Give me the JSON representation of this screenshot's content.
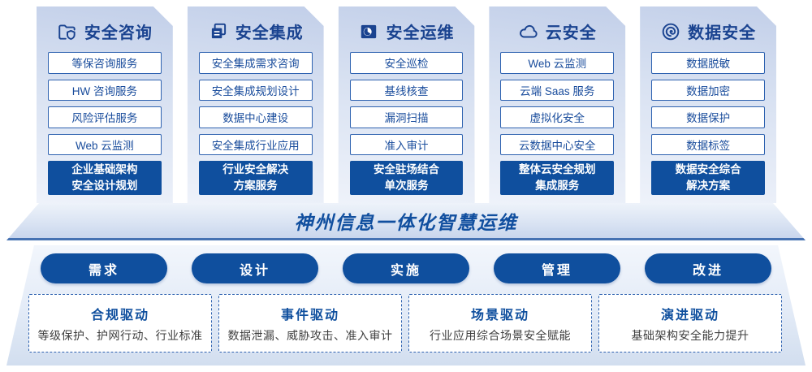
{
  "colors": {
    "primary_blue": "#0f4f9e",
    "title_navy": "#1a4390",
    "item_border_blue": "#2e62b0",
    "item_text_blue": "#194c9c",
    "banner_text_blue": "#114f9f",
    "banner_underline_blue": "#4672b2",
    "card_gradient_top": "#c2cfe9",
    "card_gradient_bottom": "#eef2fa",
    "desc_gray": "#3f3f3f"
  },
  "columns": [
    {
      "title": "安全咨询",
      "icon": "folder-shield-icon",
      "items": [
        "等保咨询服务",
        "HW 咨询服务",
        "风险评估服务",
        "Web 云监测"
      ],
      "footer": "企业基础架构\n安全设计规划"
    },
    {
      "title": "安全集成",
      "icon": "documents-icon",
      "items": [
        "安全集成需求咨询",
        "安全集成规划设计",
        "数据中心建设",
        "安全集成行业应用"
      ],
      "footer": "行业安全解决\n方案服务"
    },
    {
      "title": "安全运维",
      "icon": "folder-clock-icon",
      "items": [
        "安全巡检",
        "基线核查",
        "漏洞扫描",
        "准入审计"
      ],
      "footer": "安全驻场结合\n单次服务"
    },
    {
      "title": "云安全",
      "icon": "cloud-icon",
      "items": [
        "Web 云监测",
        "云端 Saas 服务",
        "虚拟化安全",
        "云数据中心安全"
      ],
      "footer": "整体云安全规划\n集成服务"
    },
    {
      "title": "数据安全",
      "icon": "fingerprint-icon",
      "items": [
        "数据脱敏",
        "数据加密",
        "数据保护",
        "数据标签"
      ],
      "footer": "数据安全综合\n解决方案"
    }
  ],
  "banner": {
    "title": "神州信息一体化智慧运维"
  },
  "pills": [
    "需求",
    "设计",
    "实施",
    "管理",
    "改进"
  ],
  "drivers": [
    {
      "title": "合规驱动",
      "desc": "等级保护、护网行动、行业标准"
    },
    {
      "title": "事件驱动",
      "desc": "数据泄漏、威胁攻击、准入审计"
    },
    {
      "title": "场景驱动",
      "desc": "行业应用综合场景安全赋能"
    },
    {
      "title": "演进驱动",
      "desc": "基础架构安全能力提升"
    }
  ]
}
